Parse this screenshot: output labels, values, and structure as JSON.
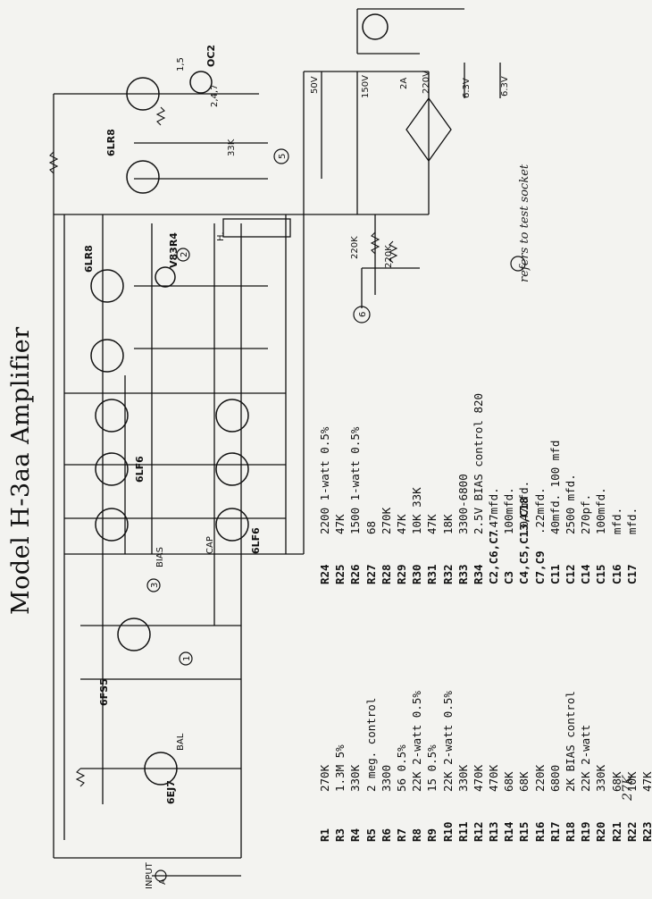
{
  "title": "Model H-3aa Amplifier",
  "tubes": [
    "6EJ7",
    "6FS5",
    "6LF6",
    "6LF6",
    "6LR8",
    "6LR8",
    "OC2",
    "V83R4"
  ],
  "labels": {
    "input": "INPUT",
    "input_a": "A",
    "bal": "BAL",
    "bias": "BIAS",
    "cap": "CAP",
    "h": "H.",
    "v50": "50V",
    "v150": "150V",
    "v220": "220V",
    "a2": "2A",
    "v63a": "6.3V",
    "v63b": "6.3V",
    "oc2_pins_a": "1,5",
    "oc2_pins_b": "2,4,7",
    "node1": "1",
    "node2": "2",
    "node3": "3",
    "node5": "5",
    "node6": "6",
    "r220k_a": "220K",
    "r220k_b": "220K",
    "r33k": "33K"
  },
  "parts_left": [
    {
      "ref": "R1",
      "value": "270K"
    },
    {
      "ref": "R3",
      "value": "1.3M 5%"
    },
    {
      "ref": "R4",
      "value": "330K"
    },
    {
      "ref": "R5",
      "value": "2 meg. control"
    },
    {
      "ref": "R6",
      "value": "3300"
    },
    {
      "ref": "R7",
      "value": "56 0.5%"
    },
    {
      "ref": "R8",
      "value": "22K 2-watt 0.5%"
    },
    {
      "ref": "R9",
      "value": "15 0.5%"
    },
    {
      "ref": "R10",
      "value": "22K 2-watt 0.5%"
    },
    {
      "ref": "R11",
      "value": "330K"
    },
    {
      "ref": "R12",
      "value": "470K"
    },
    {
      "ref": "R13",
      "value": "470K"
    },
    {
      "ref": "R14",
      "value": "68K"
    },
    {
      "ref": "R15",
      "value": "68K"
    },
    {
      "ref": "R16",
      "value": "220K"
    },
    {
      "ref": "R17",
      "value": "6800"
    },
    {
      "ref": "R18",
      "value": "2K BIAS control"
    },
    {
      "ref": "R19",
      "value": "22K 2-watt"
    },
    {
      "ref": "R20",
      "value": "330K"
    },
    {
      "ref": "R21",
      "value": "68K"
    },
    {
      "ref": "R22",
      "value": "10K"
    },
    {
      "ref": "R23",
      "value": "47K"
    }
  ],
  "parts_right": [
    {
      "ref": "R24",
      "value": "2200 1-watt 0.5%"
    },
    {
      "ref": "R25",
      "value": "47K"
    },
    {
      "ref": "R26",
      "value": "1500 1-watt 0.5%"
    },
    {
      "ref": "R27",
      "value": "68"
    },
    {
      "ref": "R28",
      "value": "270K"
    },
    {
      "ref": "R29",
      "value": "47K"
    },
    {
      "ref": "R30",
      "value": "10K 33K"
    },
    {
      "ref": "R31",
      "value": "47K"
    },
    {
      "ref": "R32",
      "value": "18K"
    },
    {
      "ref": "R33",
      "value": "3300-6800"
    },
    {
      "ref": "R34",
      "value": "2.5V BIAS control 820"
    },
    {
      "ref": "C2,C6,C7",
      "value": ".47mfd."
    },
    {
      "ref": "C3",
      "value": "100mfd."
    },
    {
      "ref": "C4,C5,C13,C18",
      "value": ".047mfd."
    },
    {
      "ref": "C7,C9",
      "value": ".22mfd."
    },
    {
      "ref": "C11",
      "value": "40mfd. 100 mfd"
    },
    {
      "ref": "C12",
      "value": "2500 mfd."
    },
    {
      "ref": "C14",
      "value": "270pf."
    },
    {
      "ref": "C15",
      "value": "100mfd."
    },
    {
      "ref": "C16",
      "value": "mfd."
    },
    {
      "ref": "C17",
      "value": "mfd."
    }
  ],
  "notes": {
    "r22_r23": "27K",
    "test_socket": "refers to test socket"
  }
}
